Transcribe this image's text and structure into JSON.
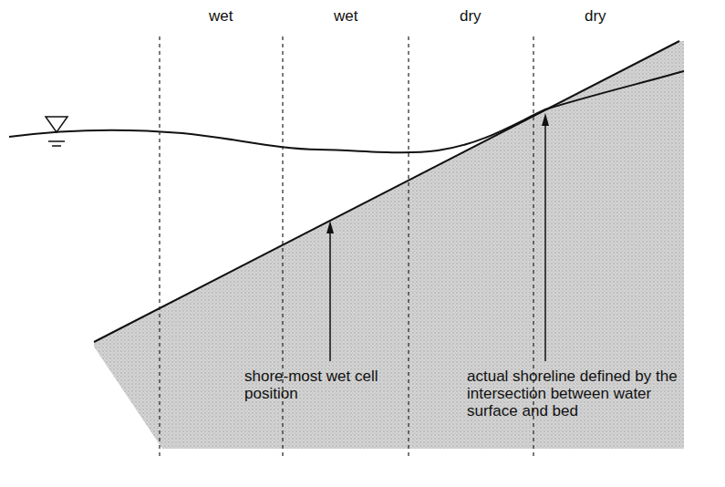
{
  "diagram": {
    "labels": [
      "wet",
      "wet",
      "dry",
      "dry",
      "shore-most wet cell position",
      "actual shoreline defined by the intersection between water surface and bed"
    ]
  }
}
